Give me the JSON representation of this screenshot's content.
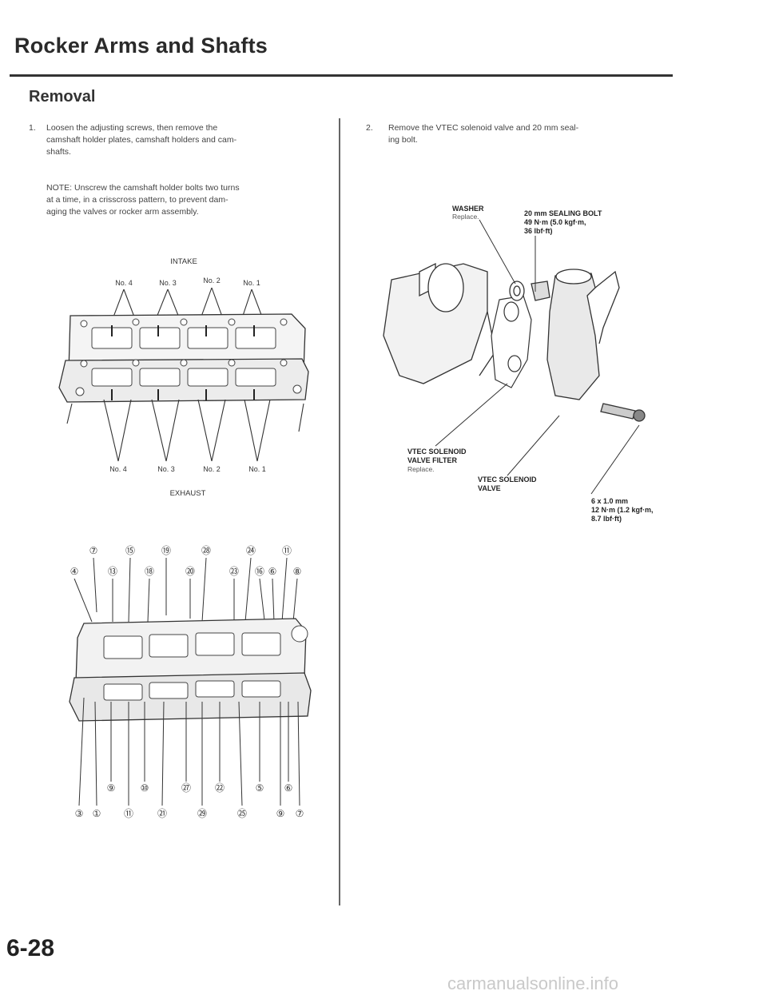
{
  "header": {
    "title": "Rocker Arms and Shafts"
  },
  "section": {
    "title": "Removal"
  },
  "steps": [
    {
      "num": "1.",
      "lines": [
        "Loosen the adjusting screws, then remove the",
        "camshaft holder plates, camshaft holders and cam-",
        "shafts."
      ]
    },
    {
      "num": "2.",
      "lines": [
        "Remove the VTEC solenoid valve and 20 mm seal-",
        "ing bolt."
      ]
    }
  ],
  "note": {
    "lines": [
      "NOTE: Unscrew the camshaft holder bolts two turns",
      "at a time, in a crisscross pattern, to prevent dam-",
      "aging the valves or rocker arm assembly."
    ]
  },
  "figure1": {
    "intake_label": "INTAKE",
    "exhaust_label": "EXHAUST",
    "top_numbers": [
      "No. 4",
      "No. 3",
      "No. 2",
      "No. 1"
    ],
    "bottom_numbers": [
      "No. 4",
      "No. 3",
      "No. 2",
      "No. 1"
    ]
  },
  "figure2": {
    "top_circles": [
      "⑦",
      "⑮",
      "⑲",
      "㉘",
      "㉔",
      "⑪"
    ],
    "second_circles": [
      "④",
      "⑬",
      "⑱",
      "⑳",
      "㉓",
      "⑯",
      "⑥",
      "⑧"
    ],
    "lower_circles": [
      "⑨",
      "⑩",
      "㉗",
      "㉒",
      "⑤",
      "⑥"
    ],
    "bottom_circles": [
      "③",
      "①",
      "⑪",
      "㉑",
      "㉙",
      "㉕",
      "⑨",
      "⑦"
    ]
  },
  "figure3": {
    "washer": {
      "title": "WASHER",
      "sub": "Replace."
    },
    "sealing_bolt": {
      "lines": [
        "20 mm SEALING BOLT",
        "49 N·m (5.0 kgf·m,",
        "36 lbf·ft)"
      ]
    },
    "filter": {
      "lines": [
        "VTEC SOLENOID",
        "VALVE FILTER"
      ],
      "sub": "Replace."
    },
    "valve": {
      "lines": [
        "VTEC SOLENOID",
        "VALVE"
      ]
    },
    "bolt_spec": {
      "lines": [
        "6 x 1.0 mm",
        "12 N·m (1.2 kgf·m,",
        "8.7 lbf·ft)"
      ]
    }
  },
  "footer": {
    "page_number": "6-28",
    "watermark": "carmanualsonline.info"
  }
}
